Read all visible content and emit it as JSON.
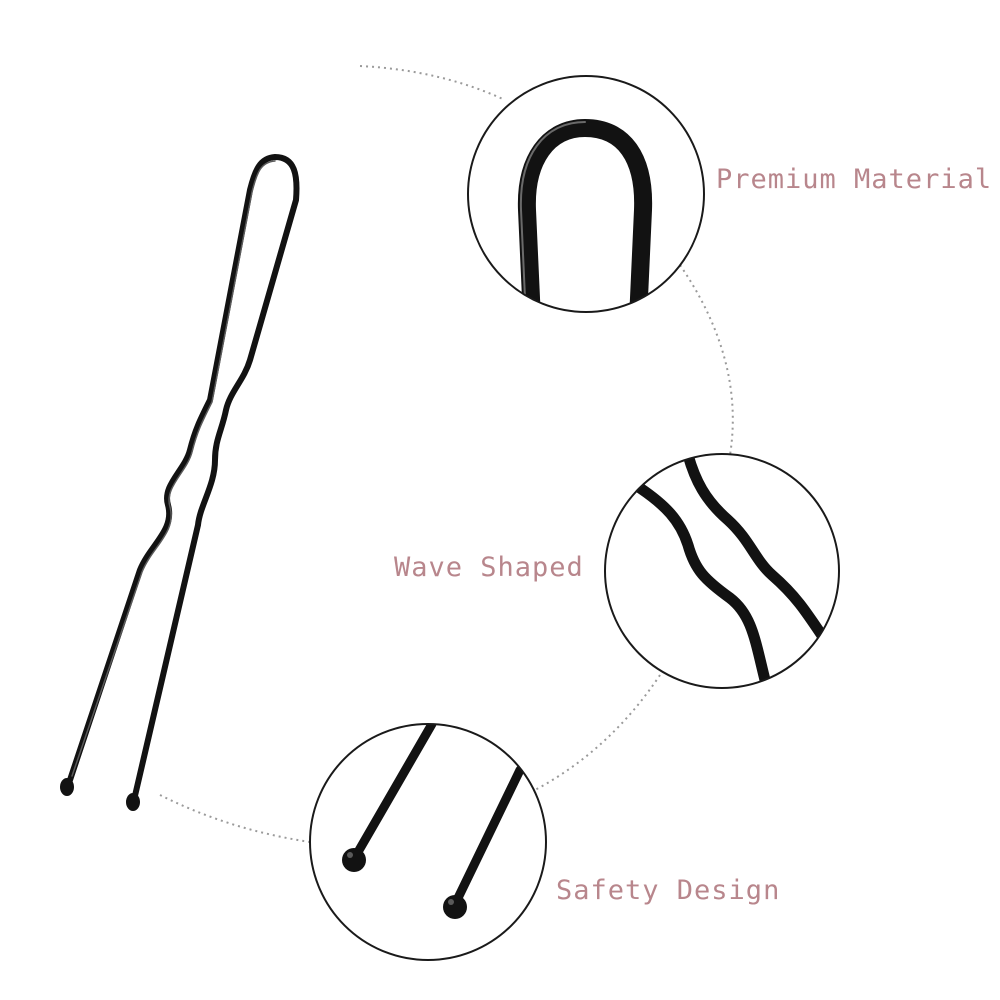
{
  "theme": {
    "label_color": "#b8868c",
    "pin_color": "#121212",
    "circle_stroke": "#1a1a1a",
    "dotted_line_color": "#9a9a9a"
  },
  "features": [
    {
      "label": "Premium Material",
      "icon": "hairpin-bend-closeup"
    },
    {
      "label": "Wave Shaped",
      "icon": "hairpin-wave-closeup"
    },
    {
      "label": "Safety Design",
      "icon": "hairpin-tips-closeup"
    }
  ]
}
